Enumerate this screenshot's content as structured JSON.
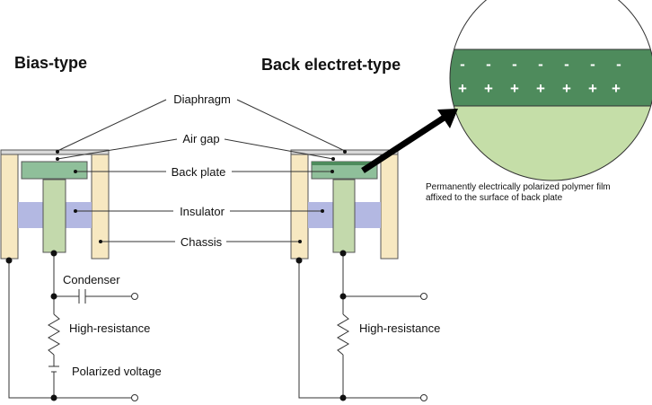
{
  "titles": {
    "bias": "Bias-type",
    "electret": "Back electret-type"
  },
  "labels": {
    "diaphragm": "Diaphragm",
    "air_gap": "Air gap",
    "back_plate": "Back plate",
    "insulator": "Insulator",
    "chassis": "Chassis",
    "condenser": "Condenser",
    "high_resistance": "High-resistance",
    "polarized_voltage": "Polarized voltage"
  },
  "note": {
    "line1": "Permanently electrically polarized polymer film",
    "line2": "affixed to the surface of back plate"
  },
  "polarity": {
    "minus": "-",
    "plus": "+"
  },
  "colors": {
    "chassis": "#f7e8c1",
    "back_plate": "#8fbf9a",
    "insulator": "#b3b8e2",
    "stem": "#c3d9ac",
    "film": "#4e8b5c",
    "lens_body": "#c5dea8"
  }
}
